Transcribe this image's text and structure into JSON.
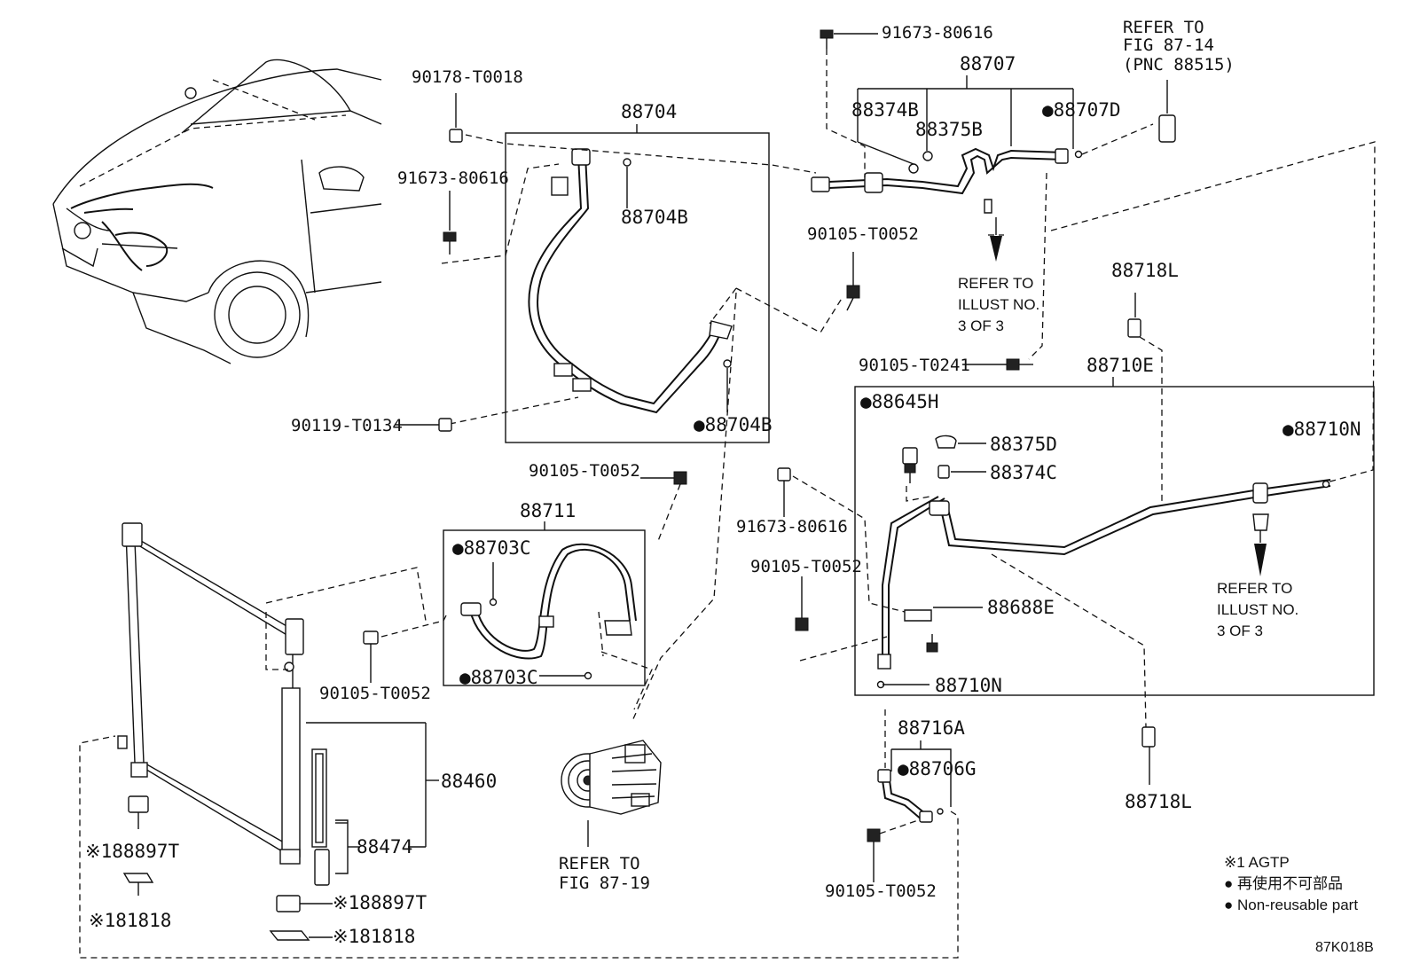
{
  "labels": {
    "p91673_top": "91673-80616",
    "p88707": "88707",
    "refer_87_14_line1": "REFER TO",
    "refer_87_14_line2": "FIG 87-14",
    "refer_87_14_line3": "(PNC 88515)",
    "p90178": "90178-T0018",
    "p88704": "88704",
    "p88374B": "88374B",
    "p88375B": "88375B",
    "p88707D": "●88707D",
    "p91673_left": "91673-80616",
    "p88704B_top": "88704B",
    "p90105_mid_top": "90105-T0052",
    "refer_illust_a_1": "REFER TO",
    "refer_illust_a_2": "ILLUST NO.",
    "refer_illust_a_3": "3 OF 3",
    "p88718L_top": "88718L",
    "p90105_t0241": "90105-T0241",
    "p88710E": "88710E",
    "p88645H": "●88645H",
    "p88375D": "88375D",
    "p88710N_right": "●88710N",
    "p88374C": "88374C",
    "p90119": "90119-T0134",
    "p88704B_bottom": "●88704B",
    "p90105_center": "90105-T0052",
    "p88711": "88711",
    "p91673_mid": "91673-80616",
    "p88703C_top": "●88703C",
    "p90105_right_mid": "90105-T0052",
    "refer_illust_b_1": "REFER TO",
    "refer_illust_b_2": "ILLUST NO.",
    "refer_illust_b_3": "3 OF 3",
    "p88688E": "88688E",
    "p90105_left": "90105-T0052",
    "p88703C_bottom": "●88703C",
    "p88710N_bottom": "88710N",
    "p88716A": "88716A",
    "p88706G": "●88706G",
    "p88460": "88460",
    "p88474": "88474",
    "p88718L_bottom": "88718L",
    "p88897T_left": "※188897T",
    "p88897T_bottom": "※188897T",
    "refer_87_19_line1": "REFER TO",
    "refer_87_19_line2": "FIG 87-19",
    "p81818_left": "※181818",
    "p81818_bottom": "※181818",
    "p90105_bottom": "90105-T0052"
  },
  "legend": {
    "agtp": "※1 AGTP",
    "jp_note": "● 再使用不可部品",
    "en_note": "● Non-reusable part"
  },
  "figure_code": "87K018B"
}
